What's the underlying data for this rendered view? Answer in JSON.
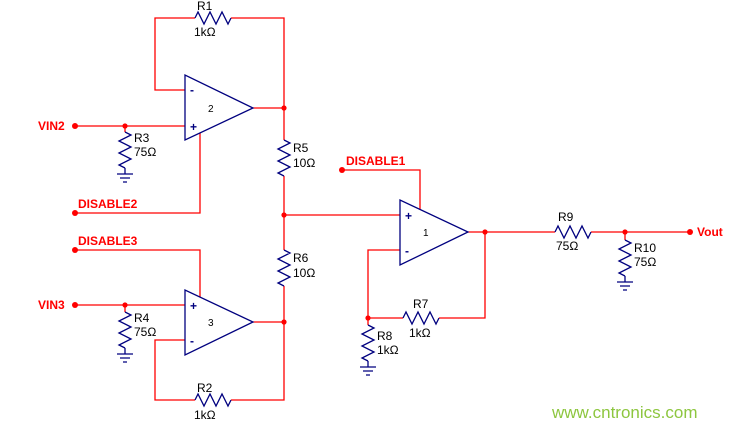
{
  "colors": {
    "wire": "#ff0000",
    "component": "#00007f",
    "label_text": "#000000",
    "signal_text": "#ff0000",
    "watermark_text": "#8dc63f",
    "background": "#ffffff"
  },
  "signals": {
    "vin2": "VIN2",
    "vin3": "VIN3",
    "disable1": "DISABLE1",
    "disable2": "DISABLE2",
    "disable3": "DISABLE3",
    "vout": "Vout"
  },
  "opamps": {
    "a1": {
      "num": "1",
      "plus": "+",
      "minus": "-"
    },
    "a2": {
      "num": "2",
      "plus": "+",
      "minus": "-"
    },
    "a3": {
      "num": "3",
      "plus": "+",
      "minus": "-"
    }
  },
  "resistors": {
    "r1": {
      "ref": "R1",
      "value": "1kΩ"
    },
    "r2": {
      "ref": "R2",
      "value": "1kΩ"
    },
    "r3": {
      "ref": "R3",
      "value": "75Ω"
    },
    "r4": {
      "ref": "R4",
      "value": "75Ω"
    },
    "r5": {
      "ref": "R5",
      "value": "10Ω"
    },
    "r6": {
      "ref": "R6",
      "value": "10Ω"
    },
    "r7": {
      "ref": "R7",
      "value": "1kΩ"
    },
    "r8": {
      "ref": "R8",
      "value": "1kΩ"
    },
    "r9": {
      "ref": "R9",
      "value": "75Ω"
    },
    "r10": {
      "ref": "R10",
      "value": "75Ω"
    }
  },
  "watermark": "www.cntronics.com"
}
